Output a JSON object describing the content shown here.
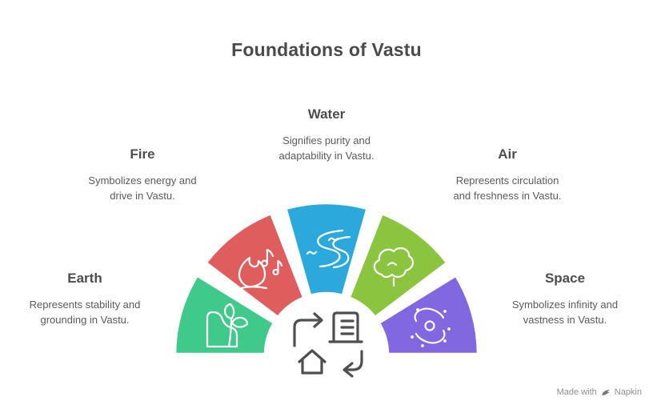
{
  "title": "Foundations of Vastu",
  "background": "#ffffff",
  "elements": [
    {
      "id": "earth",
      "label": "Earth",
      "description": "Represents stability and\ngrounding in Vastu.",
      "color": "#3FC98A",
      "icon": "plant-sprout-icon"
    },
    {
      "id": "fire",
      "label": "Fire",
      "description": "Symbolizes energy and\ndrive in Vastu.",
      "color": "#E05D5D",
      "icon": "campfire-music-notes-icon"
    },
    {
      "id": "water",
      "label": "Water",
      "description": "Signifies purity and\nadaptability in Vastu.",
      "color": "#2BA9DC",
      "icon": "winding-river-icon"
    },
    {
      "id": "air",
      "label": "Air",
      "description": "Represents circulation\nand freshness in Vastu.",
      "color": "#8BC43F",
      "icon": "cotton-flower-icon"
    },
    {
      "id": "space",
      "label": "Space",
      "description": "Symbolizes infinity and\nvastness in Vastu.",
      "color": "#8167E0",
      "icon": "galaxy-swirl-icon"
    }
  ],
  "wedge_icon_stroke": "#ffffff",
  "center_motif": {
    "color": "#4f4f4f",
    "icons": [
      "turn-right-arrow",
      "building",
      "house",
      "return-arrow"
    ]
  },
  "text_colors": {
    "title": "#4a4a4a",
    "label": "#4d4d4d",
    "description": "#5a5a5a"
  },
  "badge": {
    "prefix": "Made with",
    "brand": "Napkin",
    "color": "#8f8f8f",
    "icon_color": "#777777"
  }
}
